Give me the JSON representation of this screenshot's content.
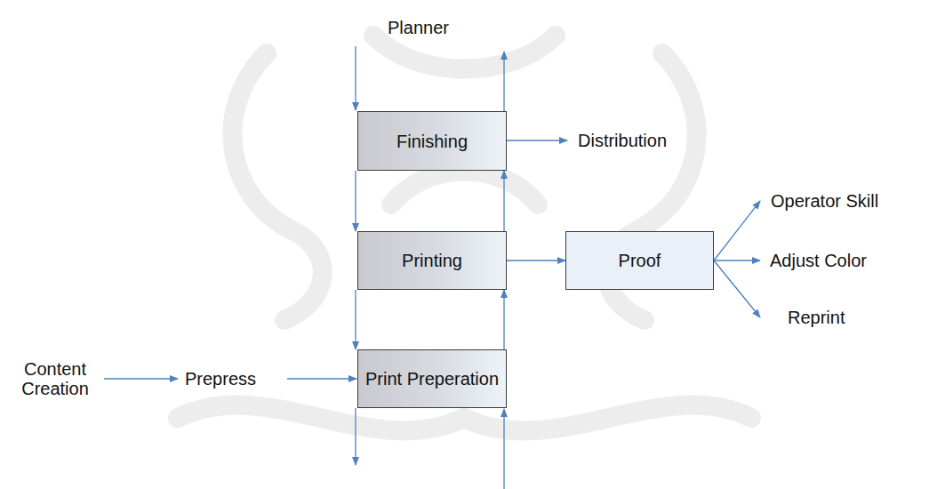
{
  "diagram": {
    "nodes": [
      {
        "text": [
          "Finishing"
        ]
      },
      {
        "text": [
          "Printing"
        ]
      },
      {
        "text": [
          "Proof"
        ]
      },
      {
        "text": [
          "Print Preperation"
        ]
      }
    ],
    "edges": [
      {
        "from": 0,
        "to": 1,
        "arrow": "to"
      },
      {
        "from": 1,
        "to": 3,
        "arrow": "to"
      },
      {
        "from": 3,
        "to": 1,
        "arrow": "to"
      },
      {
        "from": 1,
        "to": 0,
        "arrow": "to"
      },
      {
        "from": 1,
        "to": 2,
        "arrow": "to"
      }
    ],
    "labels": [
      "Planner",
      "Distribution",
      "Operator Skill",
      "Adjust Color",
      "Reprint",
      "Content Creation",
      "Prepress"
    ]
  }
}
